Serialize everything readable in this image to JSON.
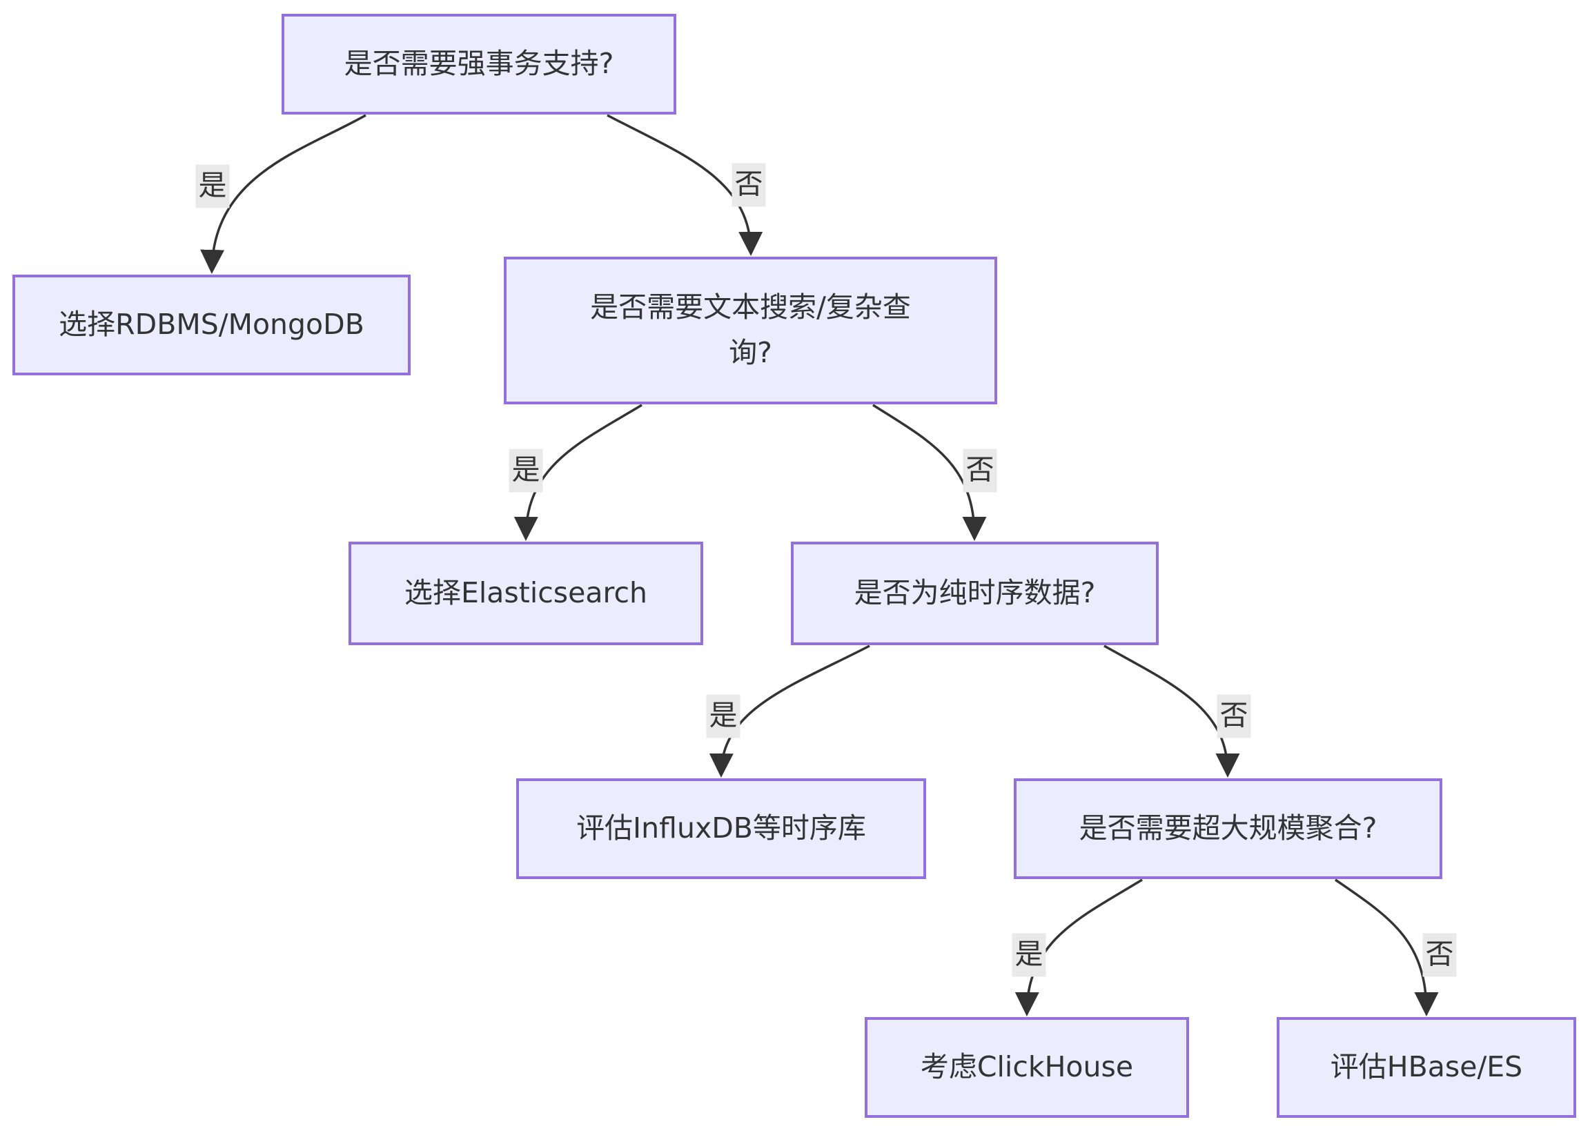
{
  "diagram": {
    "type": "flowchart-decision-tree",
    "background": "#ffffff",
    "colors": {
      "node_fill": "#ECECFF",
      "node_border": "#9370DB",
      "edge": "#333333",
      "text": "#333333",
      "edge_label_bg": "#e9e9e9"
    },
    "nodes": [
      {
        "id": "q_transaction",
        "label": "是否需要强事务支持?",
        "kind": "decision"
      },
      {
        "id": "a_rdbms",
        "label": "选择RDBMS/MongoDB",
        "kind": "result"
      },
      {
        "id": "q_text_search",
        "label": "是否需要文本搜索/复杂查询?",
        "kind": "decision"
      },
      {
        "id": "a_elastic",
        "label": "选择Elasticsearch",
        "kind": "result"
      },
      {
        "id": "q_timeseries",
        "label": "是否为纯时序数据?",
        "kind": "decision"
      },
      {
        "id": "a_influx",
        "label": "评估InfluxDB等时序库",
        "kind": "result"
      },
      {
        "id": "q_aggregation",
        "label": "是否需要超大规模聚合?",
        "kind": "decision"
      },
      {
        "id": "a_clickhouse",
        "label": "考虑ClickHouse",
        "kind": "result"
      },
      {
        "id": "a_hbase",
        "label": "评估HBase/ES",
        "kind": "result"
      }
    ],
    "edges": [
      {
        "from": "q_transaction",
        "to": "a_rdbms",
        "label": "是"
      },
      {
        "from": "q_transaction",
        "to": "q_text_search",
        "label": "否"
      },
      {
        "from": "q_text_search",
        "to": "a_elastic",
        "label": "是"
      },
      {
        "from": "q_text_search",
        "to": "q_timeseries",
        "label": "否"
      },
      {
        "from": "q_timeseries",
        "to": "a_influx",
        "label": "是"
      },
      {
        "from": "q_timeseries",
        "to": "q_aggregation",
        "label": "否"
      },
      {
        "from": "q_aggregation",
        "to": "a_clickhouse",
        "label": "是"
      },
      {
        "from": "q_aggregation",
        "to": "a_hbase",
        "label": "否"
      }
    ]
  }
}
